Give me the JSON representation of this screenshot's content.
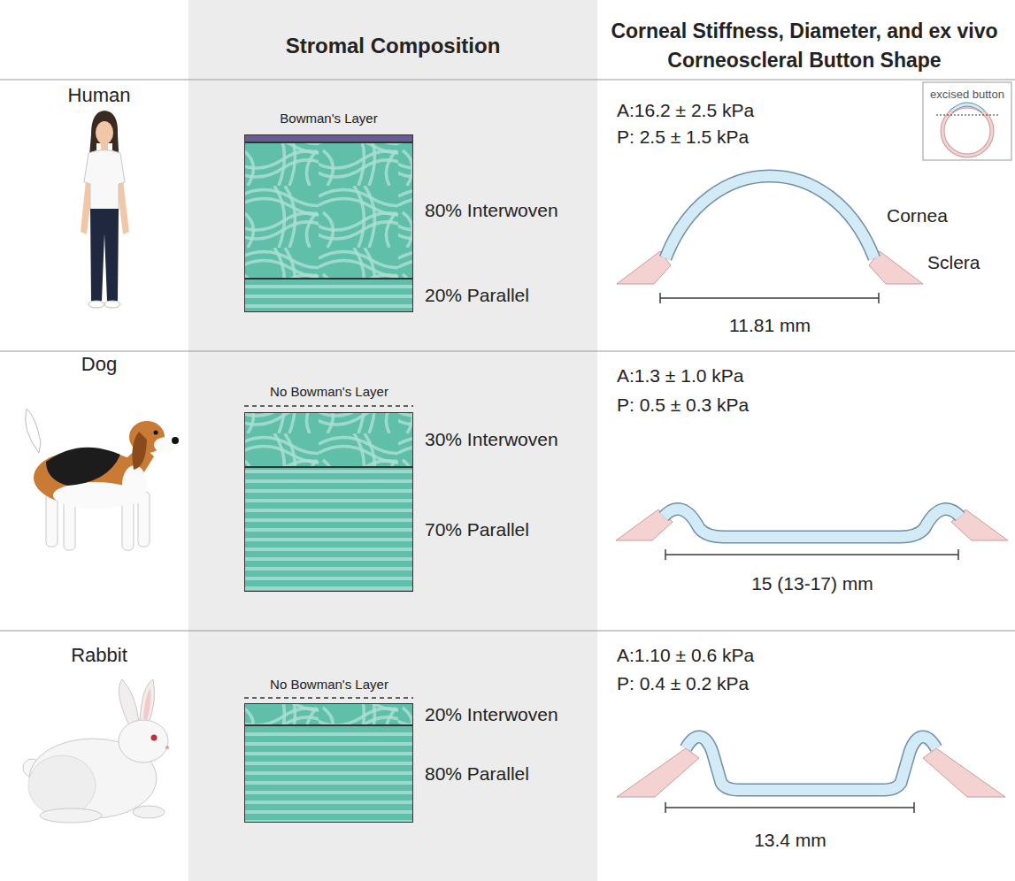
{
  "diagram": {
    "nodes": [
      {
        "text": [
          "Stromal Composition"
        ]
      },
      {
        "text": [
          "Bowman's Layer"
        ],
        "in": 0
      },
      {
        "text": [
          "80% Interwoven"
        ],
        "in": 0
      },
      {
        "text": [
          "20% Parallel"
        ],
        "in": 0
      },
      {
        "text": [
          "30% Interwoven"
        ],
        "in": 0
      },
      {
        "text": [
          "70% Parallel"
        ],
        "in": 0
      },
      {
        "text": [
          "20% Interwoven"
        ],
        "in": 0
      },
      {
        "text": [
          "80% Parallel"
        ],
        "in": 0
      }
    ],
    "labels": [
      "Corneal Stiffness, Diameter, and ex vivo Corneoscleral Button Shape",
      "Human",
      "A:16.2 ± 2.5 kPa",
      "P: 2.5 ± 1.5 kPa",
      "excised button",
      "Cornea",
      "Sclera",
      "11.81 mm",
      "Dog",
      "No Bowman's Layer",
      "A:1.3 ± 1.0 kPa",
      "P: 0.5 ± 0.3 kPa",
      "15 (13-17) mm",
      "Rabbit",
      "No Bowman's Layer",
      "A:1.10 ± 0.6 kPa",
      "P: 0.4 ± 0.2 kPa",
      "13.4 mm"
    ]
  }
}
